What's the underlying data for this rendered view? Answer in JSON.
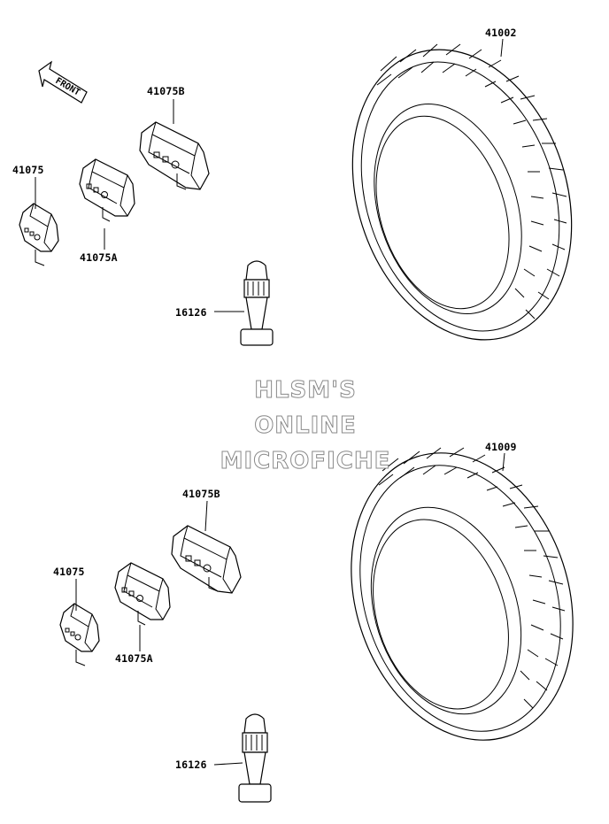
{
  "parts": {
    "tire_top": "41002",
    "tire_bottom": "41009",
    "weight_b_top": "41075B",
    "weight_top": "41075",
    "weight_a_top": "41075A",
    "valve_top": "16126",
    "weight_b_bottom": "41075B",
    "weight_bottom": "41075",
    "weight_a_bottom": "41075A",
    "valve_bottom": "16126"
  },
  "front_arrow": {
    "label": "FRONT"
  },
  "watermark": {
    "line1": "HLSM'S",
    "line2": "ONLINE",
    "line3": "MICROFICHE"
  }
}
